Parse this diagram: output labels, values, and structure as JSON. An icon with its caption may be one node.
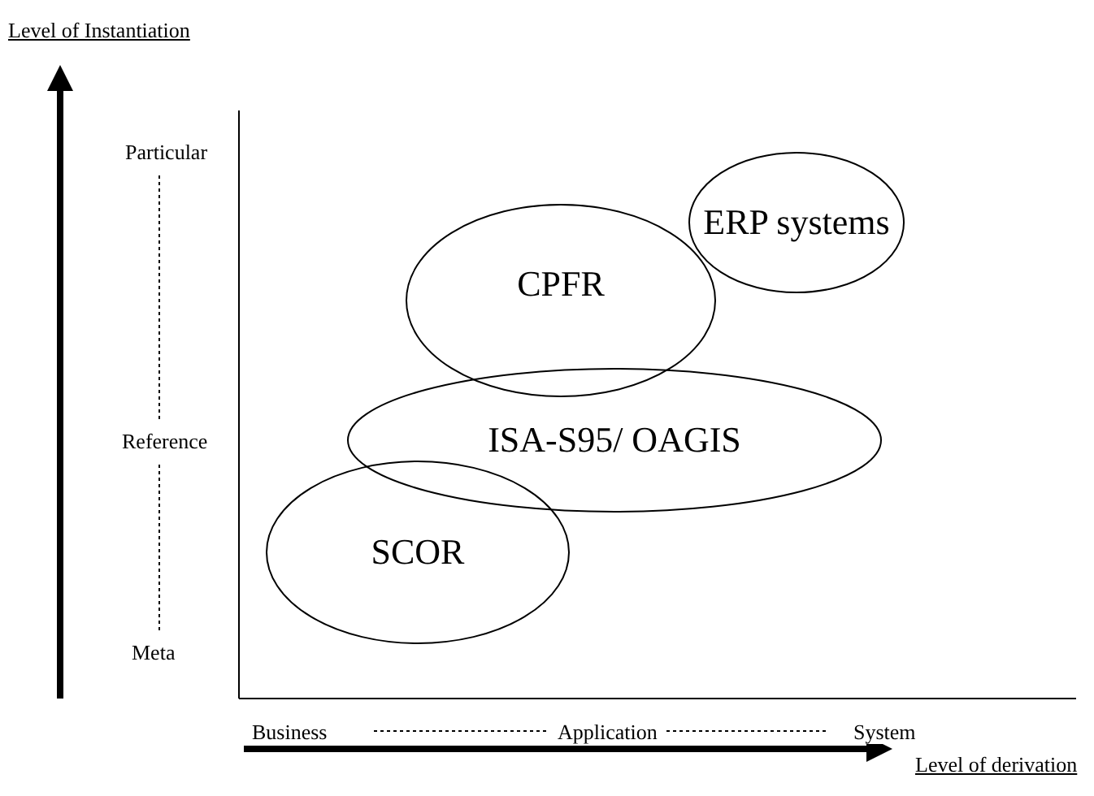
{
  "diagram": {
    "nodes": [
      {
        "text": [
          "ERP systems"
        ]
      },
      {
        "text": [
          "CPFR"
        ]
      },
      {
        "text": [
          "ISA-S95/ OAGIS"
        ]
      },
      {
        "text": [
          "SCOR"
        ]
      }
    ],
    "edges": [],
    "labels": [
      "Level of Instantiation",
      "Particular",
      "Reference",
      "Meta",
      "Business",
      "Application",
      "System",
      "Level of derivation"
    ]
  }
}
